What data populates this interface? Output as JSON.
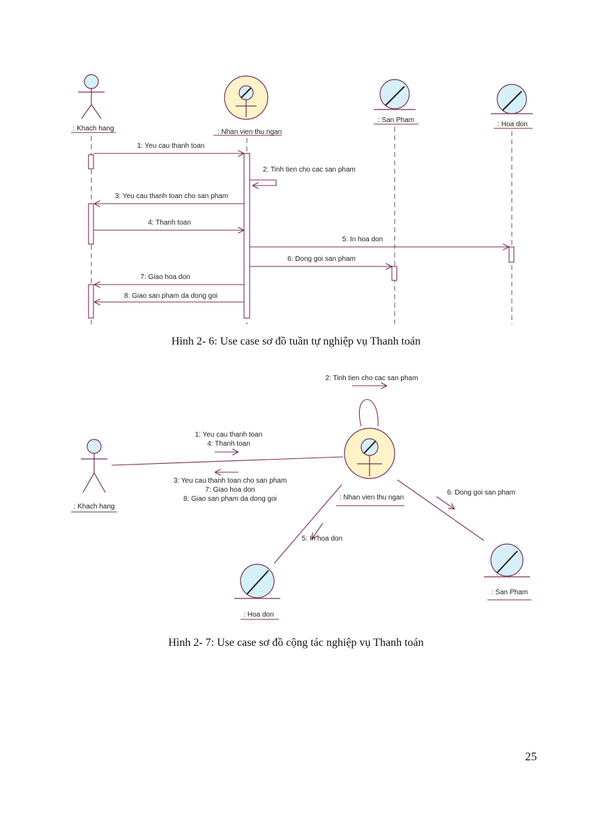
{
  "colors": {
    "line": "#7a2e57",
    "entity_fill": "#d6f0fa",
    "control_fill": "#fdf3c8",
    "text": "#222222"
  },
  "sequence": {
    "objects": {
      "khach_hang": ": Khach hang",
      "nhan_vien": ": Nhan vien thu ngan",
      "san_pham": ": San Pham",
      "hoa_don": ": Hoa don"
    },
    "messages": [
      "1: Yeu cau thanh toan",
      "2: Tinh tien cho cac san pham",
      "3: Yeu cau thanh toan cho san pham",
      "4: Thanh toan",
      "5: In hoa don",
      "6: Dong goi san pham",
      "7: Giao hoa don",
      "8: Giao san pham da dong goi"
    ],
    "caption": "Hình 2- 6: Use case sơ đồ tuần tự nghiệp vụ Thanh toán"
  },
  "collaboration": {
    "objects": {
      "khach_hang": ": Khach hang",
      "nhan_vien": ": Nhan vien thu ngan",
      "san_pham": ": San Pham",
      "hoa_don": ": Hoa don"
    },
    "labels": {
      "self": "2: Tinh tien cho cac san pham",
      "to_staff_1": "1: Yeu cau thanh toan",
      "to_staff_2": "4: Thanh toan",
      "to_customer_1": "3: Yeu cau thanh toan cho san pham",
      "to_customer_2": "7: Giao hoa don",
      "to_customer_3": "8: Giao san pham da dong goi",
      "to_product": "6: Dong goi san pham",
      "to_invoice": "5: In hoa don"
    },
    "caption": "Hình 2- 7: Use case sơ đồ cộng tác nghiệp vụ Thanh toán"
  },
  "page_number": "25"
}
